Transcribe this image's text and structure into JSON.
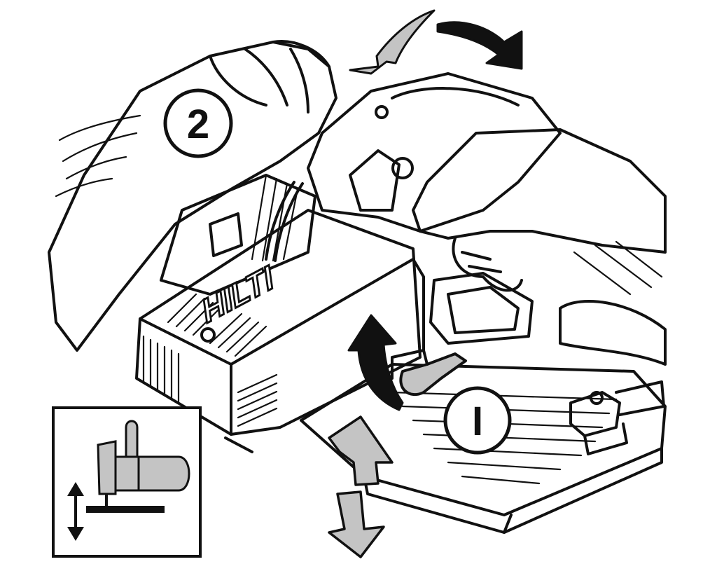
{
  "steps": [
    {
      "label": "2"
    },
    {
      "label": "I"
    }
  ],
  "logo": {
    "text": "HILTI"
  },
  "colors": {
    "ink": "#111111",
    "arrow_grey": "#c4c4c4",
    "background": "#ffffff"
  },
  "icons": [
    "curved-arrow-icon",
    "up-arrow-icon",
    "down-arrow-icon",
    "depth-adjust-icon"
  ]
}
